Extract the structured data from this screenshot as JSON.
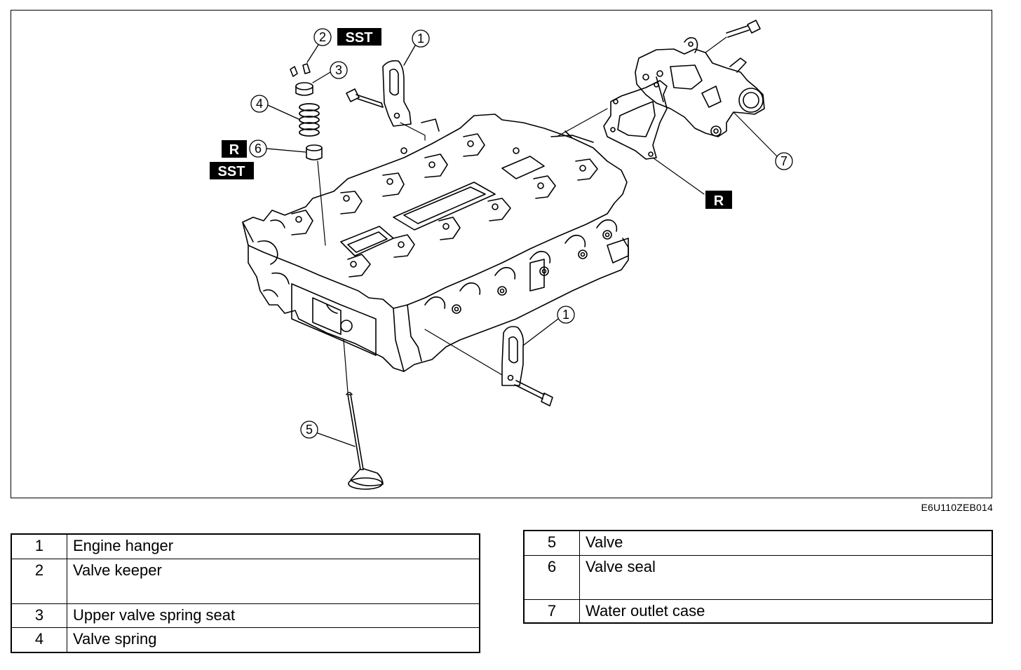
{
  "figure_code": "E6U110ZEB014",
  "callouts": {
    "c1_top": "1",
    "c2": "2",
    "c3": "3",
    "c4": "4",
    "c6": "6",
    "c1_bottom": "1",
    "c5": "5",
    "c7": "7"
  },
  "tags": {
    "sst_top": "SST",
    "r_left": "R",
    "sst_left": "SST",
    "r_right": "R"
  },
  "legend_left": [
    {
      "num": "1",
      "name": "Engine hanger"
    },
    {
      "num": "2",
      "name": "Valve keeper"
    },
    {
      "num": "3",
      "name": "Upper valve spring seat"
    },
    {
      "num": "4",
      "name": "Valve spring"
    }
  ],
  "legend_right": [
    {
      "num": "5",
      "name": "Valve"
    },
    {
      "num": "6",
      "name": "Valve seal"
    },
    {
      "num": "7",
      "name": "Water outlet case"
    }
  ]
}
